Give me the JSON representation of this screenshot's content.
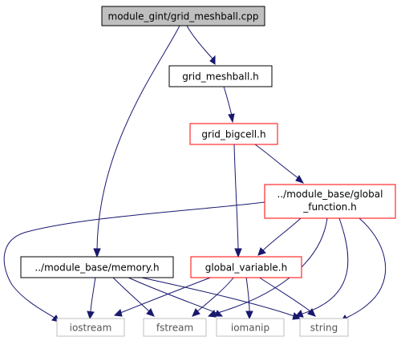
{
  "nodes": {
    "cpp": {
      "label": "module_gint/grid_meshball.cpp",
      "style": "root",
      "fill": "#bfbfbf",
      "stroke": "#000000"
    },
    "meshball_h": {
      "label": "grid_meshball.h",
      "style": "normal",
      "fill": "#ffffff",
      "stroke": "#000000"
    },
    "bigcell_h": {
      "label": "grid_bigcell.h",
      "style": "truncated",
      "fill": "#ffffff",
      "stroke": "#ff0000"
    },
    "global_function_h": {
      "label_line1": "../module_base/global",
      "label_line2": "_function.h",
      "style": "truncated",
      "fill": "#ffffff",
      "stroke": "#ff0000"
    },
    "memory_h": {
      "label": "../module_base/memory.h",
      "style": "normal",
      "fill": "#ffffff",
      "stroke": "#000000"
    },
    "global_variable_h": {
      "label": "global_variable.h",
      "style": "truncated",
      "fill": "#ffffff",
      "stroke": "#ff0000"
    },
    "iostream": {
      "label": "iostream",
      "style": "system",
      "fill": "#ffffff",
      "stroke": "#bfbfbf"
    },
    "fstream": {
      "label": "fstream",
      "style": "system",
      "fill": "#ffffff",
      "stroke": "#bfbfbf"
    },
    "iomanip": {
      "label": "iomanip",
      "style": "system",
      "fill": "#ffffff",
      "stroke": "#bfbfbf"
    },
    "string": {
      "label": "string",
      "style": "system",
      "fill": "#ffffff",
      "stroke": "#bfbfbf"
    }
  },
  "edges": [
    {
      "from": "cpp",
      "to": "meshball_h"
    },
    {
      "from": "cpp",
      "to": "memory_h"
    },
    {
      "from": "meshball_h",
      "to": "bigcell_h"
    },
    {
      "from": "bigcell_h",
      "to": "global_function_h"
    },
    {
      "from": "bigcell_h",
      "to": "global_variable_h"
    },
    {
      "from": "global_function_h",
      "to": "global_variable_h"
    },
    {
      "from": "global_function_h",
      "to": "iostream"
    },
    {
      "from": "global_function_h",
      "to": "fstream"
    },
    {
      "from": "global_function_h",
      "to": "iomanip"
    },
    {
      "from": "global_function_h",
      "to": "string"
    },
    {
      "from": "memory_h",
      "to": "iostream"
    },
    {
      "from": "memory_h",
      "to": "fstream"
    },
    {
      "from": "memory_h",
      "to": "iomanip"
    },
    {
      "from": "memory_h",
      "to": "string"
    },
    {
      "from": "global_variable_h",
      "to": "iostream"
    },
    {
      "from": "global_variable_h",
      "to": "fstream"
    },
    {
      "from": "global_variable_h",
      "to": "iomanip"
    },
    {
      "from": "global_variable_h",
      "to": "string"
    }
  ],
  "colors": {
    "edge": "#191970",
    "root_fill": "#bfbfbf",
    "truncated_border": "#ff0000",
    "system_border": "#bfbfbf"
  }
}
